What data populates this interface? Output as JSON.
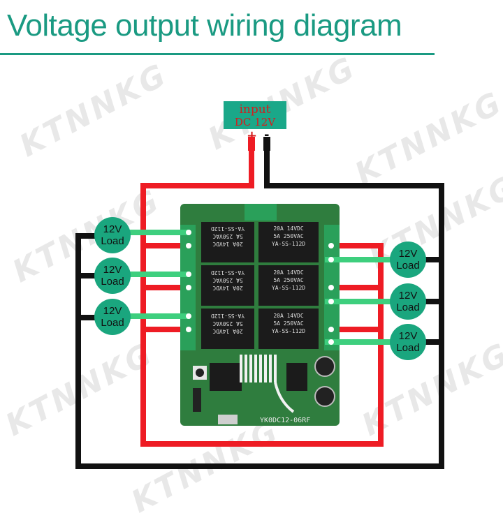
{
  "title": "Voltage output wiring diagram",
  "watermark": "KTNNKG",
  "input": {
    "line1": "input",
    "line2": "DC  12V",
    "plus": "+",
    "minus": "-"
  },
  "loads": [
    {
      "voltage": "12V",
      "label": "Load"
    },
    {
      "voltage": "12V",
      "label": "Load"
    },
    {
      "voltage": "12V",
      "label": "Load"
    },
    {
      "voltage": "12V",
      "label": "Load"
    },
    {
      "voltage": "12V",
      "label": "Load"
    },
    {
      "voltage": "12V",
      "label": "Load"
    }
  ],
  "board": {
    "model": "YK0DC12-06RF",
    "relays": [
      {
        "model": "YA-SS-112D",
        "rating1": "20A  14VDC",
        "rating2": "5A  250VAC"
      },
      {
        "model": "YA-SS-112D",
        "rating1": "20A  14VDC",
        "rating2": "5A  250VAC"
      },
      {
        "model": "YA-SS-112D",
        "rating1": "20A  14VDC",
        "rating2": "5A  250VAC"
      },
      {
        "model": "YA-SS-112D",
        "rating1": "20A  14VDC",
        "rating2": "5A  250VAC"
      },
      {
        "model": "YA-SS-112D",
        "rating1": "20A  14VDC",
        "rating2": "5A  250VAC"
      },
      {
        "model": "YA-SS-112D",
        "rating1": "20A  14VDC",
        "rating2": "5A  250VAC"
      }
    ]
  },
  "colors": {
    "accent": "#1a9a82",
    "positive_wire": "#ee1c24",
    "negative_wire": "#111111",
    "load_wire": "#3ecf7e",
    "pcb": "#2f7d3e",
    "relay": "#1b1b1b"
  }
}
